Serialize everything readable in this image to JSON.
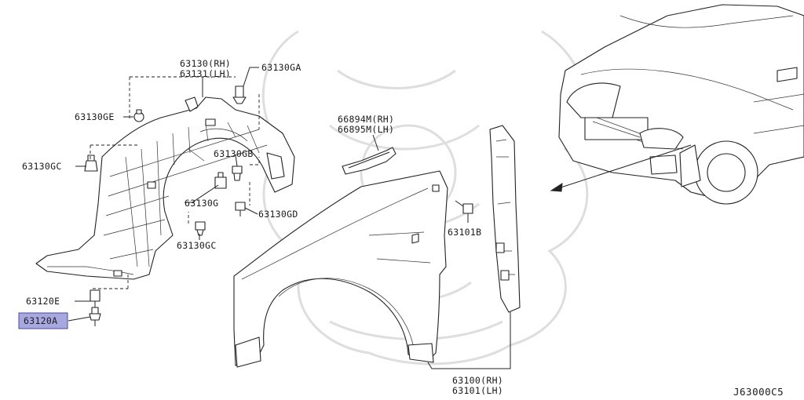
{
  "highlight_color": "#a8a8e0",
  "labels": {
    "p63130_rh": "63130(RH)",
    "p63131_lh": "63131(LH)",
    "p63130ga": "63130GA",
    "p63130ge": "63130GE",
    "p63130gc_left": "63130GC",
    "p63130gb": "63130GB",
    "p63130g": "63130G",
    "p63130gd": "63130GD",
    "p63130gc_bottom": "63130GC",
    "p63120e": "63120E",
    "p63120a": "63120A",
    "p66894m_rh": "66894M(RH)",
    "p66895m_lh": "66895M(LH)",
    "p63101b": "63101B",
    "p63100_rh": "63100(RH)",
    "p63101_lh": "63101(LH)"
  },
  "diagram_code": "J63000C5"
}
